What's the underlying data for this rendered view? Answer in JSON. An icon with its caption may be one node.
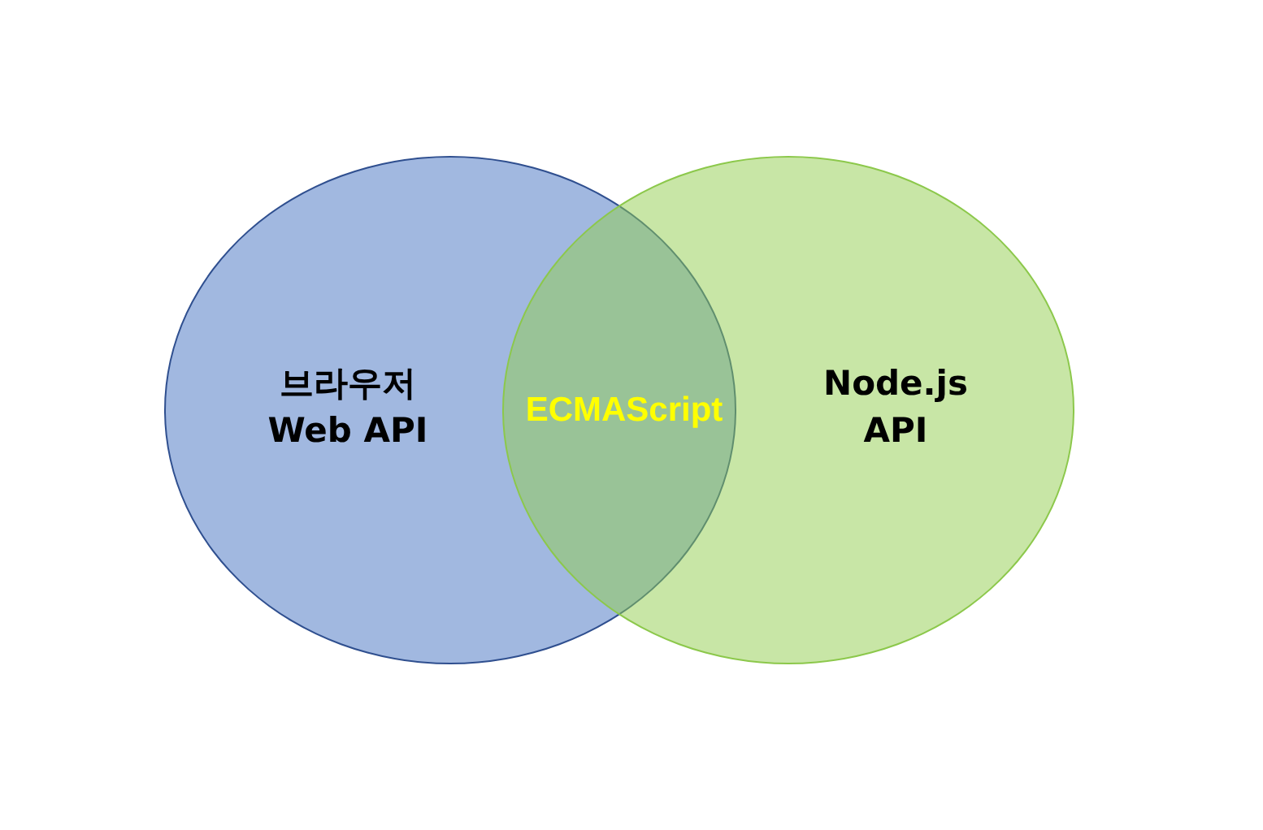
{
  "diagram": {
    "nodes": [
      {
        "text": [
          "브라우저 Web API"
        ]
      },
      {
        "text": [
          "Node.js API"
        ]
      }
    ],
    "edges": [],
    "labels": [
      "ECMAScript"
    ]
  }
}
